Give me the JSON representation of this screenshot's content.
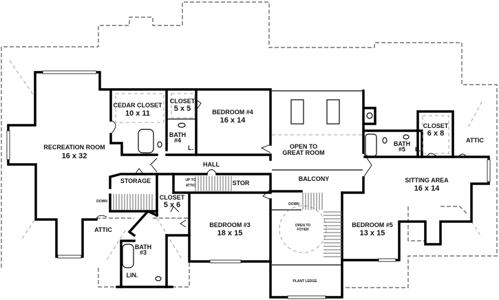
{
  "plan": {
    "recreation_room": {
      "name": "RECREATION ROOM",
      "size": "16 x 32"
    },
    "cedar_closet": {
      "name": "CEDAR CLOSET",
      "size": "10 x 11"
    },
    "closet_a": {
      "name": "CLOSET",
      "size": "5 x 5"
    },
    "bedroom_4": {
      "name": "BEDROOM #4",
      "size": "16 x 14"
    },
    "bath_4": {
      "name": "BATH",
      "number": "#4"
    },
    "linen_4": "L.",
    "hall": "HALL",
    "storage": "STORAGE",
    "up_to_attic": {
      "line1": "UP TO",
      "line2": "ATTIC"
    },
    "stor": "STOR",
    "closet_b": {
      "name": "CLOSET",
      "size": "5 x 6"
    },
    "down_left": "DOWN",
    "bedroom_3": {
      "name": "BEDROOM #3",
      "size": "18 x 15"
    },
    "attic_left": "ATTIC",
    "bath_3": {
      "name": "BATH",
      "number": "#3"
    },
    "linen_3": "LIN.",
    "open_great_room": {
      "line1": "OPEN TO",
      "line2": "GREAT ROOM"
    },
    "balcony": "BALCONY",
    "down_right": "DOWN",
    "open_foyer": {
      "line1": "OPEN TO",
      "line2": "FOYER"
    },
    "plant_ledge": "PLANT LEDGE",
    "bedroom_5": {
      "name": "BEDROOM #5",
      "size": "13 x 15"
    },
    "closet_c": {
      "name": "CLOSET",
      "size": "6 x 8"
    },
    "attic_right": "ATTIC",
    "bath_5": {
      "name": "BATH",
      "number": "#5"
    },
    "linen_5": "L.",
    "sitting_area": {
      "name": "SITTING AREA",
      "size": "16 x 14"
    }
  },
  "colors": {
    "wall": "#000000",
    "background": "#ffffff",
    "roofline": "#555555"
  }
}
